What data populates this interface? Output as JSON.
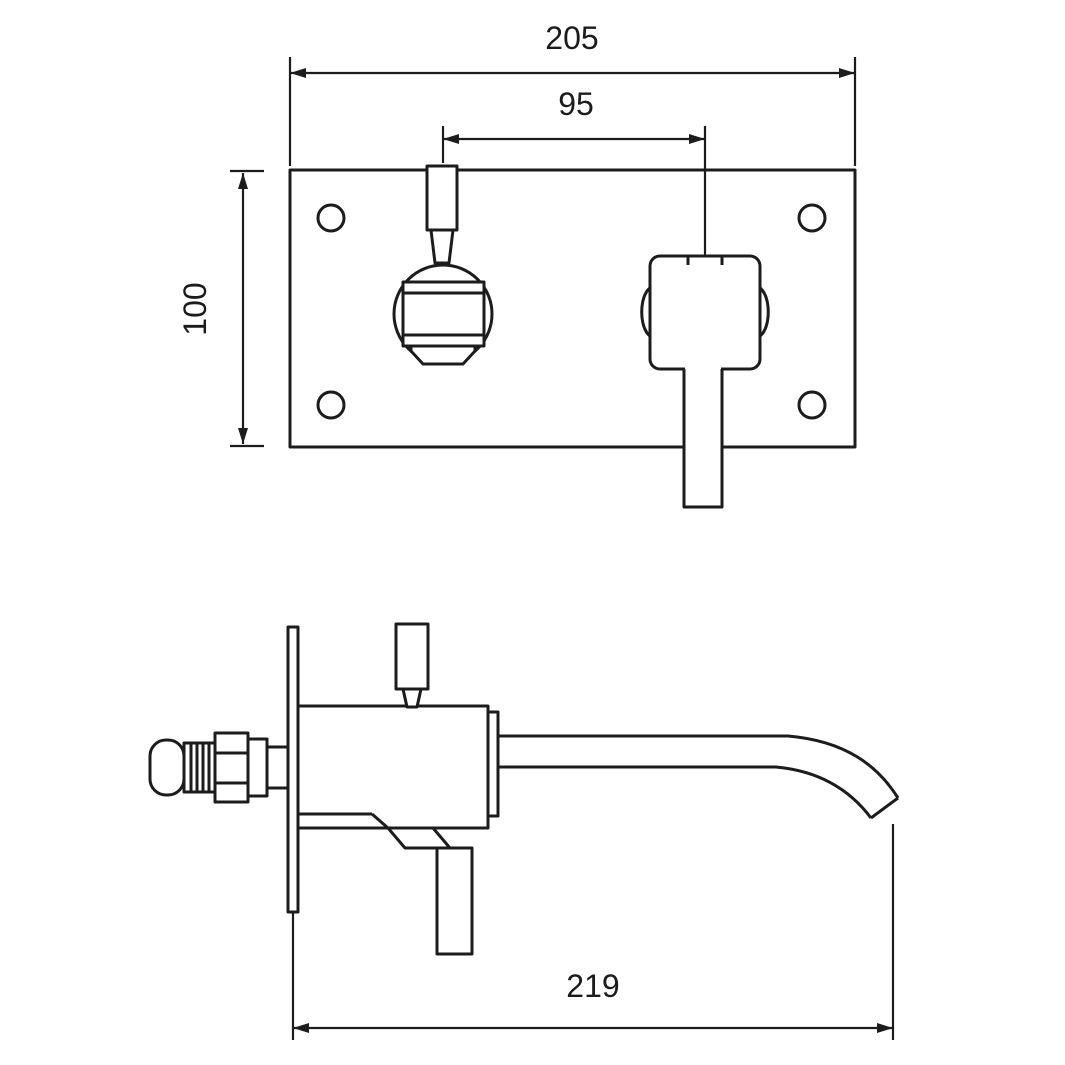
{
  "drawing": {
    "subject": "wall-mounted-mixer-tap-dimension-drawing",
    "colors": {
      "line": "#1c1c1c",
      "background": "#ffffff"
    },
    "dimensions": {
      "plate_width": "205",
      "handle_to_spout": "95",
      "plate_height": "100",
      "spout_reach": "219"
    }
  }
}
